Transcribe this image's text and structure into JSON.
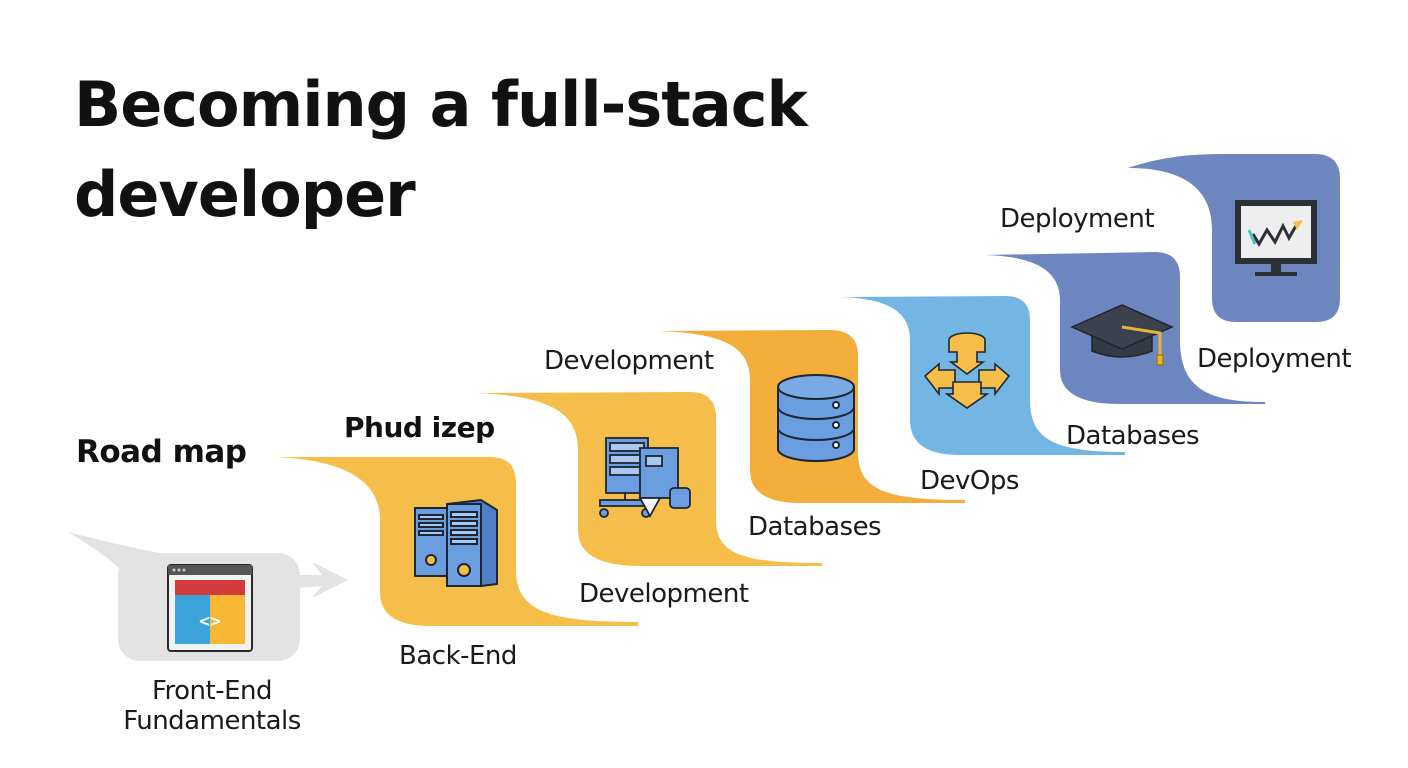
{
  "title": {
    "line1": "Becoming a full-stack",
    "line2": "developer"
  },
  "roadmap_label": "Road map",
  "colors": {
    "gray": "#e3e3e3",
    "yellow": "#f5be4a",
    "orange": "#f2ad3a",
    "light_blue": "#73b6e3",
    "slate_blue": "#6e86bf",
    "icon_blue": "#6a9ee0",
    "outline": "#1e2530"
  },
  "steps": [
    {
      "id": "frontend",
      "icon": "browser-code-icon",
      "label_lines": [
        "Front-End",
        "Fundamentals"
      ]
    },
    {
      "id": "backend",
      "icon": "server-tower-icon",
      "top_label": "Phud izep",
      "bottom_label": "Back-End"
    },
    {
      "id": "development",
      "icon": "server-rack-icon",
      "top_label": "Development",
      "bottom_label": "Development"
    },
    {
      "id": "databases",
      "icon": "database-icon",
      "bottom_label": "Databases"
    },
    {
      "id": "devops",
      "icon": "pipeline-arrows-icon",
      "bottom_label": "DevOps"
    },
    {
      "id": "education",
      "icon": "graduation-cap-icon",
      "top_label": "Deployment",
      "bottom_label": "Databases"
    },
    {
      "id": "deployment",
      "icon": "monitor-chart-icon",
      "side_label": "Deployment"
    }
  ]
}
